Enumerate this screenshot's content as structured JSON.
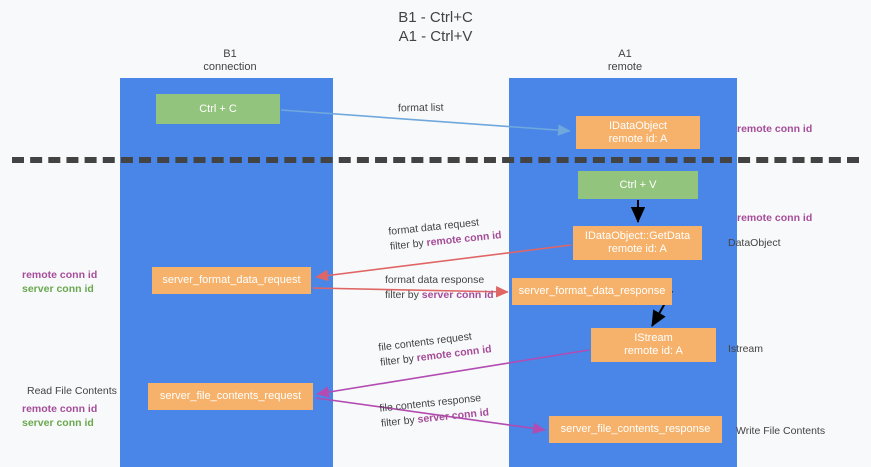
{
  "title": {
    "line1": "B1 - Ctrl+C",
    "line2": "A1 - Ctrl+V"
  },
  "lanes": [
    {
      "id": "b1",
      "name": "B1",
      "role": "connection",
      "color": "#4a86e8"
    },
    {
      "id": "a1",
      "name": "A1",
      "role": "remote",
      "color": "#4a86e8"
    }
  ],
  "boxes": {
    "ctrl_c": {
      "line1": "Ctrl + C",
      "color": "#93c47d"
    },
    "idataobject": {
      "line1": "IDataObject",
      "line2": "remote id: A",
      "color": "#f6b26b"
    },
    "ctrl_v": {
      "line1": "Ctrl + V",
      "color": "#93c47d"
    },
    "getdata": {
      "line1": "IDataObject::GetData",
      "line2": "remote id: A",
      "color": "#f6b26b"
    },
    "format_data_request": {
      "line1": "server_format_data_request",
      "color": "#f6b26b"
    },
    "format_data_response": {
      "line1": "server_format_data_response",
      "color": "#f6b26b"
    },
    "istream": {
      "line1": "IStream",
      "line2": "remote id: A",
      "color": "#f6b26b"
    },
    "file_contents_request": {
      "line1": "server_file_contents_request",
      "color": "#f6b26b"
    },
    "file_contents_response": {
      "line1": "server_file_contents_response",
      "color": "#f6b26b"
    }
  },
  "annotations": {
    "format_list": {
      "text": "format list"
    },
    "format_data_request": {
      "text": "format data request",
      "filter_prefix": "filter by ",
      "filter_key": "remote conn id"
    },
    "format_data_response": {
      "text": "format data response",
      "filter_prefix": "filter by ",
      "filter_key": "server conn id"
    },
    "file_contents_request": {
      "text": "file contents request",
      "filter_prefix": "filter by ",
      "filter_key": "remote conn id"
    },
    "file_contents_response": {
      "text": "file contents response",
      "filter_prefix": "filter by ",
      "filter_key": "server conn id"
    }
  },
  "side_labels": {
    "right_remote_conn_top": "remote conn id",
    "right_remote_conn_mid": "remote conn id",
    "right_dataobject": "DataObject",
    "right_istream": "Istream",
    "right_write_file_contents": "Write File Contents",
    "left_remote_conn": "remote conn id",
    "left_server_conn": "server conn id",
    "left_read_file_contents": "Read File Contents",
    "left_remote_conn_2": "remote conn id",
    "left_server_conn_2": "server conn id"
  },
  "colors": {
    "lane": "#4a86e8",
    "green_box": "#93c47d",
    "orange_box": "#f6b26b",
    "purple_text": "#a64d9a",
    "green_text": "#6aa84f",
    "dark_text": "#434343",
    "arrow_blue": "#6fa8dc",
    "arrow_red": "#e06666",
    "arrow_magenta": "#b24bb2",
    "arrow_black": "#000000",
    "background": "#f8f9fa"
  }
}
